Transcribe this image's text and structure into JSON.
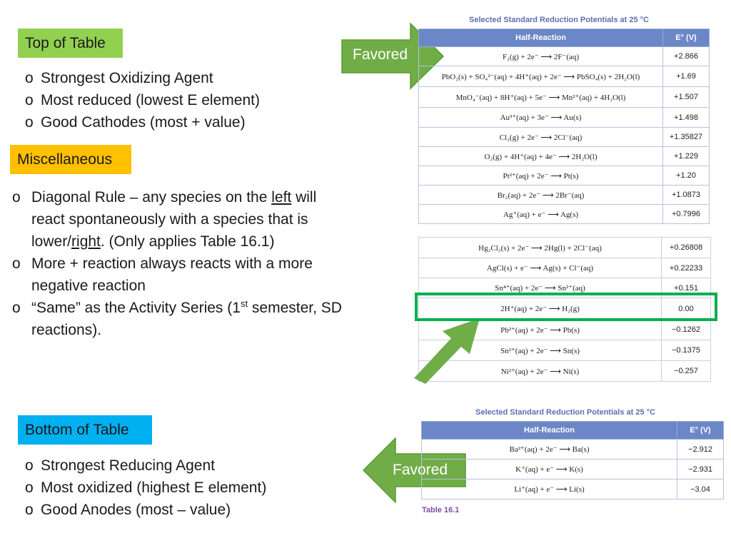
{
  "top_section": {
    "label": "Top of Table",
    "bullets": [
      "Strongest Oxidizing Agent",
      "Most reduced (lowest E element)",
      "Good Cathodes (most + value)"
    ]
  },
  "misc_section": {
    "label": "Miscellaneous",
    "bullets": [
      {
        "pre": "Diagonal Rule – any species on the ",
        "u1": "left",
        "mid": " will react spontaneously with a species that is lower/",
        "u2": "right",
        "post": ". (Only applies Table 16.1)"
      },
      {
        "text": "More + reaction always reacts with a more negative reaction"
      },
      {
        "pre": "“Same” as the Activity Series (1",
        "sup": "st",
        "post": " semester, SD reactions)."
      }
    ]
  },
  "bottom_section": {
    "label": "Bottom of Table",
    "bullets": [
      "Strongest Reducing Agent",
      "Most oxidized (highest E element)",
      "Good Anodes (most – value)"
    ]
  },
  "arrows": {
    "top_label": "Favored",
    "bottom_label": "Favored"
  },
  "colors": {
    "label_green": "#92d050",
    "label_orange": "#ffc000",
    "label_blue": "#00b0f0",
    "arrow_green": "#70ad47",
    "highlight_green": "#00b050",
    "table_header": "#6b87c7"
  },
  "top_table": {
    "title": "Selected Standard Reduction Potentials at 25 °C",
    "headers": [
      "Half-Reaction",
      "E° (V)"
    ],
    "rows": [
      {
        "reaction": "F₂(g) + 2e⁻ ⟶ 2F⁻(aq)",
        "e": "+2.866"
      },
      {
        "reaction": "PbO₂(s) + SO₄²⁻(aq) + 4H⁺(aq) + 2e⁻ ⟶ PbSO₄(s) + 2H₂O(l)",
        "e": "+1.69"
      },
      {
        "reaction": "MnO₄⁻(aq) + 8H⁺(aq) + 5e⁻ ⟶ Mn²⁺(aq) + 4H₂O(l)",
        "e": "+1.507"
      },
      {
        "reaction": "Au³⁺(aq) + 3e⁻ ⟶ Au(s)",
        "e": "+1.498"
      },
      {
        "reaction": "Cl₂(g) + 2e⁻ ⟶ 2Cl⁻(aq)",
        "e": "+1.35827"
      },
      {
        "reaction": "O₂(g) + 4H⁺(aq) + 4e⁻ ⟶ 2H₂O(l)",
        "e": "+1.229"
      },
      {
        "reaction": "Pt²⁺(aq) + 2e⁻ ⟶ Pt(s)",
        "e": "+1.20"
      },
      {
        "reaction": "Br₂(aq) + 2e⁻ ⟶ 2Br⁻(aq)",
        "e": "+1.0873"
      },
      {
        "reaction": "Ag⁺(aq) + e⁻ ⟶ Ag(s)",
        "e": "+0.7996"
      }
    ]
  },
  "mid_table": {
    "rows": [
      {
        "reaction": "Hg₂Cl₂(s) + 2e⁻ ⟶ 2Hg(l) + 2Cl⁻(aq)",
        "e": "+0.26808"
      },
      {
        "reaction": "AgCl(s) + e⁻ ⟶ Ag(s) + Cl⁻(aq)",
        "e": "+0.22233"
      },
      {
        "reaction": "Sn⁴⁺(aq) + 2e⁻ ⟶ Sn²⁺(aq)",
        "e": "+0.151"
      },
      {
        "reaction": "2H⁺(aq) + 2e⁻ ⟶ H₂(g)",
        "e": "0.00"
      },
      {
        "reaction": "Pb²⁺(aq) + 2e⁻ ⟶ Pb(s)",
        "e": "−0.1262"
      },
      {
        "reaction": "Sn²⁺(aq) + 2e⁻ ⟶ Sn(s)",
        "e": "−0.1375"
      },
      {
        "reaction": "Ni²⁺(aq) + 2e⁻ ⟶ Ni(s)",
        "e": "−0.257"
      }
    ]
  },
  "bottom_table": {
    "title": "Selected Standard Reduction Potentials at 25 °C",
    "headers": [
      "Half-Reaction",
      "E° (V)"
    ],
    "rows": [
      {
        "reaction": "Ba²⁺(aq) + 2e⁻ ⟶ Ba(s)",
        "e": "−2.912"
      },
      {
        "reaction": "K⁺(aq) + e⁻ ⟶ K(s)",
        "e": "−2.931"
      },
      {
        "reaction": "Li⁺(aq) + e⁻ ⟶ Li(s)",
        "e": "−3.04"
      }
    ],
    "caption": "Table 16.1"
  }
}
